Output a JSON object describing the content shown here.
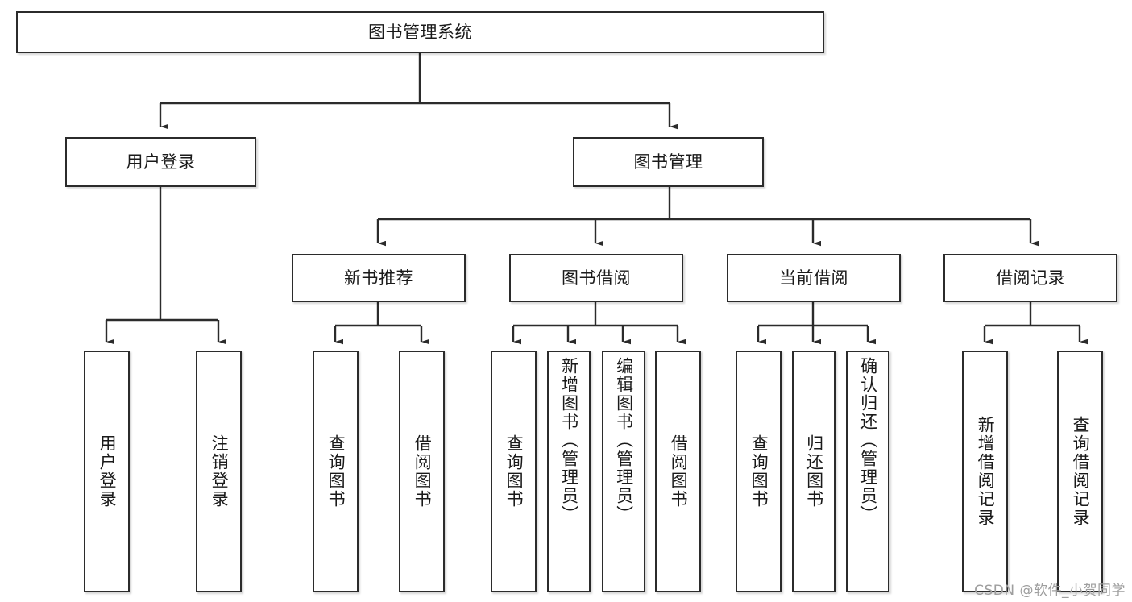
{
  "diagram": {
    "title": "图书管理系统",
    "type": "tree-hierarchy-chart",
    "watermark": "CSDN @软件_小贺同学",
    "colors": {
      "box_border": "#2b2b2b",
      "box_fill": "#ffffff",
      "line": "#2b2b2b",
      "text": "#1a1a1a",
      "watermark": "#9e9e9e"
    },
    "nodes": {
      "root": {
        "label": "图书管理系统"
      },
      "level2": [
        {
          "id": "user_login",
          "label": "用户登录"
        },
        {
          "id": "book_manage",
          "label": "图书管理"
        }
      ],
      "level3": [
        {
          "id": "new_book_rec",
          "label": "新书推荐"
        },
        {
          "id": "book_borrow",
          "label": "图书借阅"
        },
        {
          "id": "current_borrow",
          "label": "当前借阅"
        },
        {
          "id": "borrow_record",
          "label": "借阅记录"
        }
      ],
      "leaves": {
        "user_login": [
          {
            "id": "leaf_user_login",
            "label": "用户登录"
          },
          {
            "id": "leaf_logout",
            "label": "注销登录"
          }
        ],
        "new_book_rec": [
          {
            "id": "leaf_query_book_1",
            "label": "查询图书"
          },
          {
            "id": "leaf_borrow_book_1",
            "label": "借阅图书"
          }
        ],
        "book_borrow": [
          {
            "id": "leaf_query_book_2",
            "label": "查询图书"
          },
          {
            "id": "leaf_add_book",
            "label": "新增图书（管理员）"
          },
          {
            "id": "leaf_edit_book",
            "label": "编辑图书（管理员）"
          },
          {
            "id": "leaf_borrow_book_2",
            "label": "借阅图书"
          }
        ],
        "current_borrow": [
          {
            "id": "leaf_query_book_3",
            "label": "查询图书"
          },
          {
            "id": "leaf_return_book",
            "label": "归还图书"
          },
          {
            "id": "leaf_confirm_return",
            "label": "确认归还（管理员）"
          }
        ],
        "borrow_record": [
          {
            "id": "leaf_add_record",
            "label": "新增借阅记录"
          },
          {
            "id": "leaf_query_record",
            "label": "查询借阅记录"
          }
        ]
      }
    }
  }
}
